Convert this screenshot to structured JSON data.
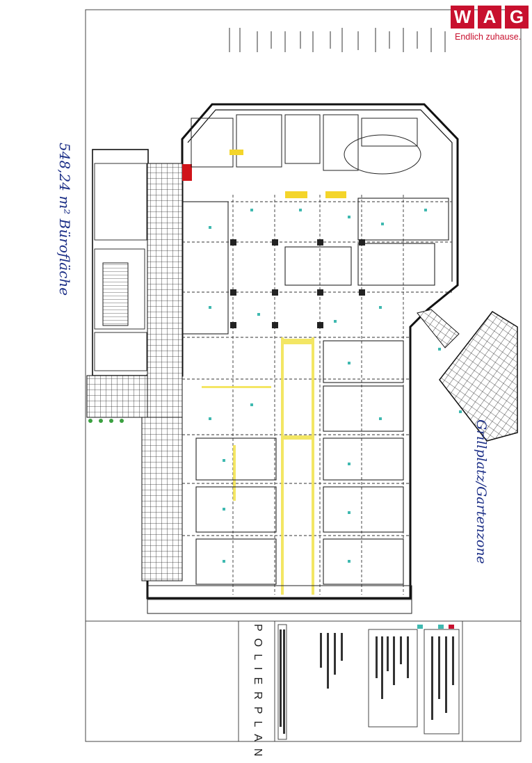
{
  "brand": {
    "letters": [
      "W",
      "A",
      "G"
    ],
    "tagline": "Endlich zuhause.",
    "color": "#c8102e"
  },
  "annotations": {
    "area_left": "548,24 m² Bürofläche",
    "area_right": "Grillplatz/Gartenzone",
    "ink_color": "#1b2e86"
  },
  "title_block": {
    "plan_title": "POLIERPLAN"
  },
  "icons": {
    "stair": "stair-icon",
    "terrace": "terrace-grid-icon"
  }
}
